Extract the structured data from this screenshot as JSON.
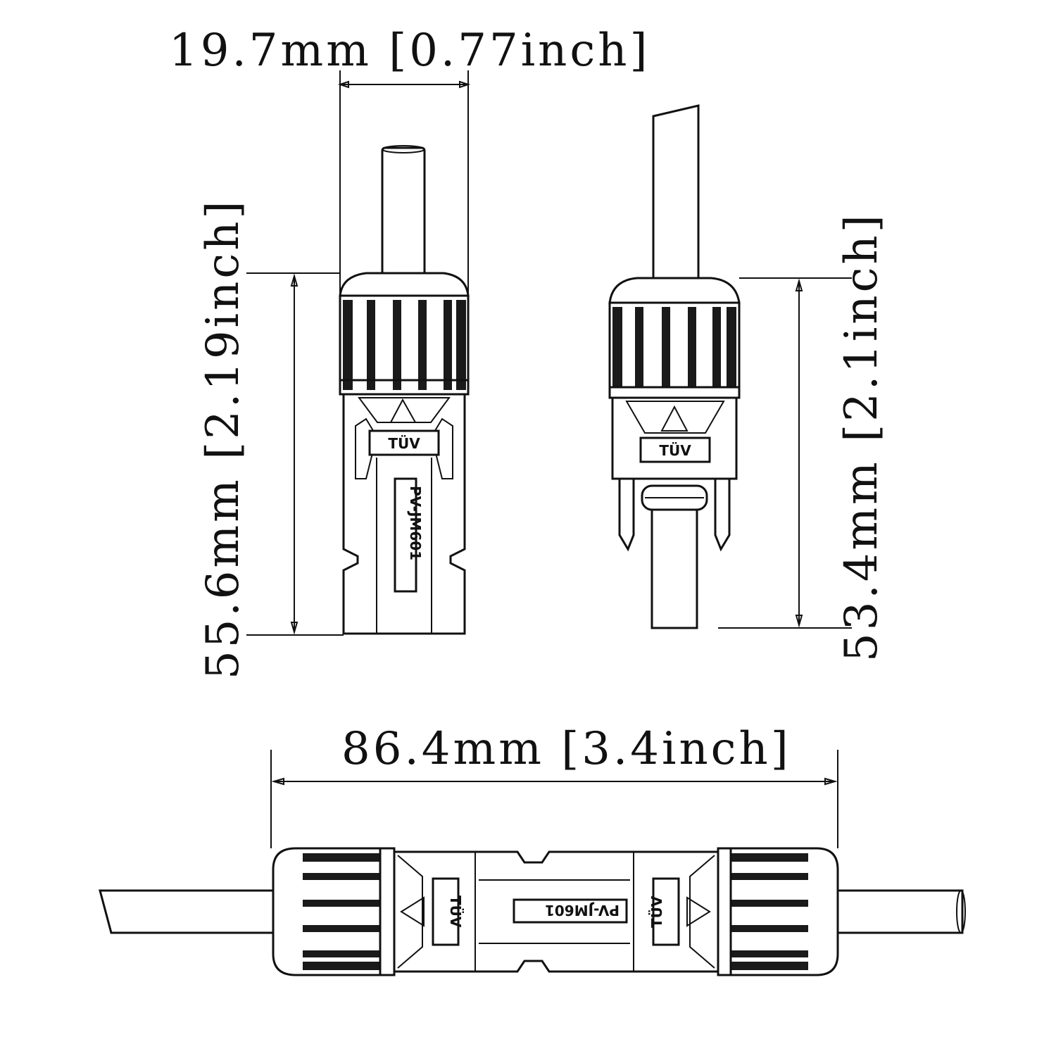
{
  "dimensions": {
    "top_width": "19.7mm [0.77inch]",
    "left_height": "55.6mm [2.19inch]",
    "right_height": "53.4mm [2.1inch]",
    "bottom_length": "86.4mm [3.4inch]"
  },
  "markings": {
    "certification": "TÜV",
    "rating": "PV-JM601"
  },
  "colors": {
    "line": "#111111",
    "background": "#ffffff"
  }
}
